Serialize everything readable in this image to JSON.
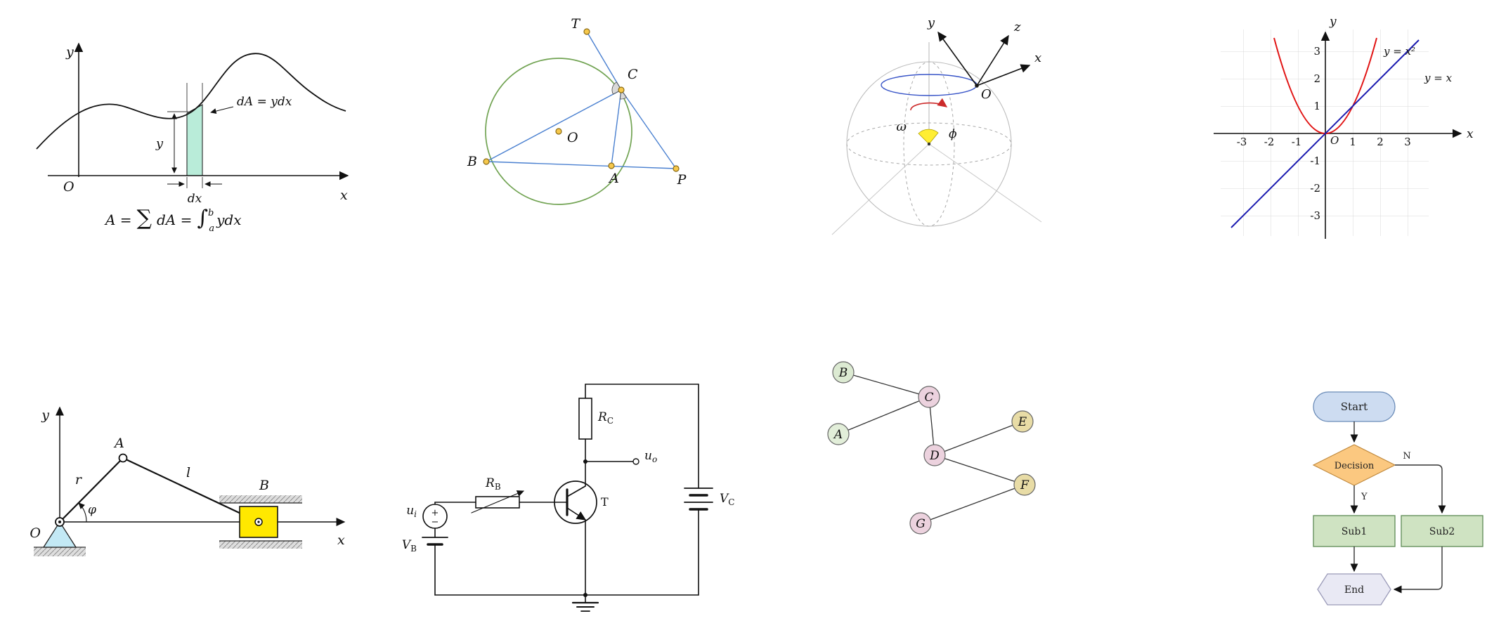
{
  "integral": {
    "y_axis": "y",
    "x_axis": "x",
    "origin": "O",
    "height_label": "y",
    "width_label": "dx",
    "strip_label": "dA = ydx",
    "formula": {
      "lhs": "A =",
      "sigma": "∑",
      "mid": "dA =",
      "integral": "∫",
      "upper": "b",
      "lower": "a",
      "integrand": "ydx"
    },
    "colors": {
      "strip": "#b9ecd9"
    }
  },
  "circle_geometry": {
    "points": {
      "T": "T",
      "C": "C",
      "O": "O",
      "B": "B",
      "A": "A",
      "P": "P"
    },
    "colors": {
      "circle": "#71a352",
      "lines": "#4a80d0",
      "points": "#f6c84c",
      "angle": "#d9d9d9"
    }
  },
  "sphere": {
    "labels": {
      "y": "y",
      "z": "z",
      "x": "x",
      "O": "O",
      "omega": "ω",
      "phi": "ϕ"
    },
    "colors": {
      "ring": "#3a56c8",
      "spin": "#cc2a2a",
      "wedge": "#ffee33"
    }
  },
  "function_plot": {
    "labels": {
      "y": "y",
      "x": "x",
      "O": "O",
      "parabola": "y = x²",
      "line": "y = x"
    },
    "x_ticks": [
      "-3",
      "-2",
      "-1",
      "1",
      "2",
      "3"
    ],
    "y_ticks": [
      "3",
      "2",
      "1",
      "-1",
      "-2",
      "-3"
    ],
    "colors": {
      "parabola": "#e11414",
      "line": "#1b1bb0"
    }
  },
  "mechanism": {
    "labels": {
      "y": "y",
      "x": "x",
      "O": "O",
      "A": "A",
      "B": "B",
      "r": "r",
      "l": "l",
      "phi": "φ"
    },
    "colors": {
      "slider": "#ffe800",
      "support": "#c3e9f5"
    }
  },
  "circuit": {
    "ui": {
      "base": "u",
      "sub": "i"
    },
    "uo": {
      "base": "u",
      "sub": "o"
    },
    "vb": {
      "base": "V",
      "sub": "B"
    },
    "vc": {
      "base": "V",
      "sub": "C"
    },
    "rb": {
      "base": "R",
      "sub": "B"
    },
    "rc": {
      "base": "R",
      "sub": "C"
    },
    "transistor": "T",
    "plus": "+",
    "minus": "−"
  },
  "graph": {
    "nodes": [
      {
        "label": "B",
        "color": "#dcead2"
      },
      {
        "label": "A",
        "color": "#e2eed9"
      },
      {
        "label": "C",
        "color": "#ecd2de"
      },
      {
        "label": "D",
        "color": "#ecd2de"
      },
      {
        "label": "E",
        "color": "#e8dca6"
      },
      {
        "label": "F",
        "color": "#e8dca6"
      },
      {
        "label": "G",
        "color": "#ecd2de"
      }
    ],
    "edges": [
      [
        "B",
        "C"
      ],
      [
        "A",
        "C"
      ],
      [
        "C",
        "D"
      ],
      [
        "D",
        "E"
      ],
      [
        "D",
        "F"
      ],
      [
        "G",
        "F"
      ]
    ]
  },
  "flowchart": {
    "start": "Start",
    "decision": "Decision",
    "yes": "Y",
    "no": "N",
    "sub1": "Sub1",
    "sub2": "Sub2",
    "end": "End",
    "colors": {
      "start": "#cddcf1",
      "decision": "#fbc880",
      "process": "#cfe3c2",
      "end": "#e9e9f4"
    }
  },
  "chart_data": {
    "type": "line",
    "title": "",
    "xlabel": "x",
    "ylabel": "y",
    "xlim": [
      -3.5,
      3.5
    ],
    "ylim": [
      -3.5,
      3.5
    ],
    "grid": true,
    "series": [
      {
        "name": "y = x²",
        "color": "#e11414",
        "x": [
          -2,
          -1.5,
          -1,
          -0.5,
          0,
          0.5,
          1,
          1.5,
          2
        ],
        "y": [
          4,
          2.25,
          1,
          0.25,
          0,
          0.25,
          1,
          2.25,
          4
        ]
      },
      {
        "name": "y = x",
        "color": "#1b1bb0",
        "x": [
          -3,
          3
        ],
        "y": [
          -3,
          3
        ]
      }
    ]
  }
}
